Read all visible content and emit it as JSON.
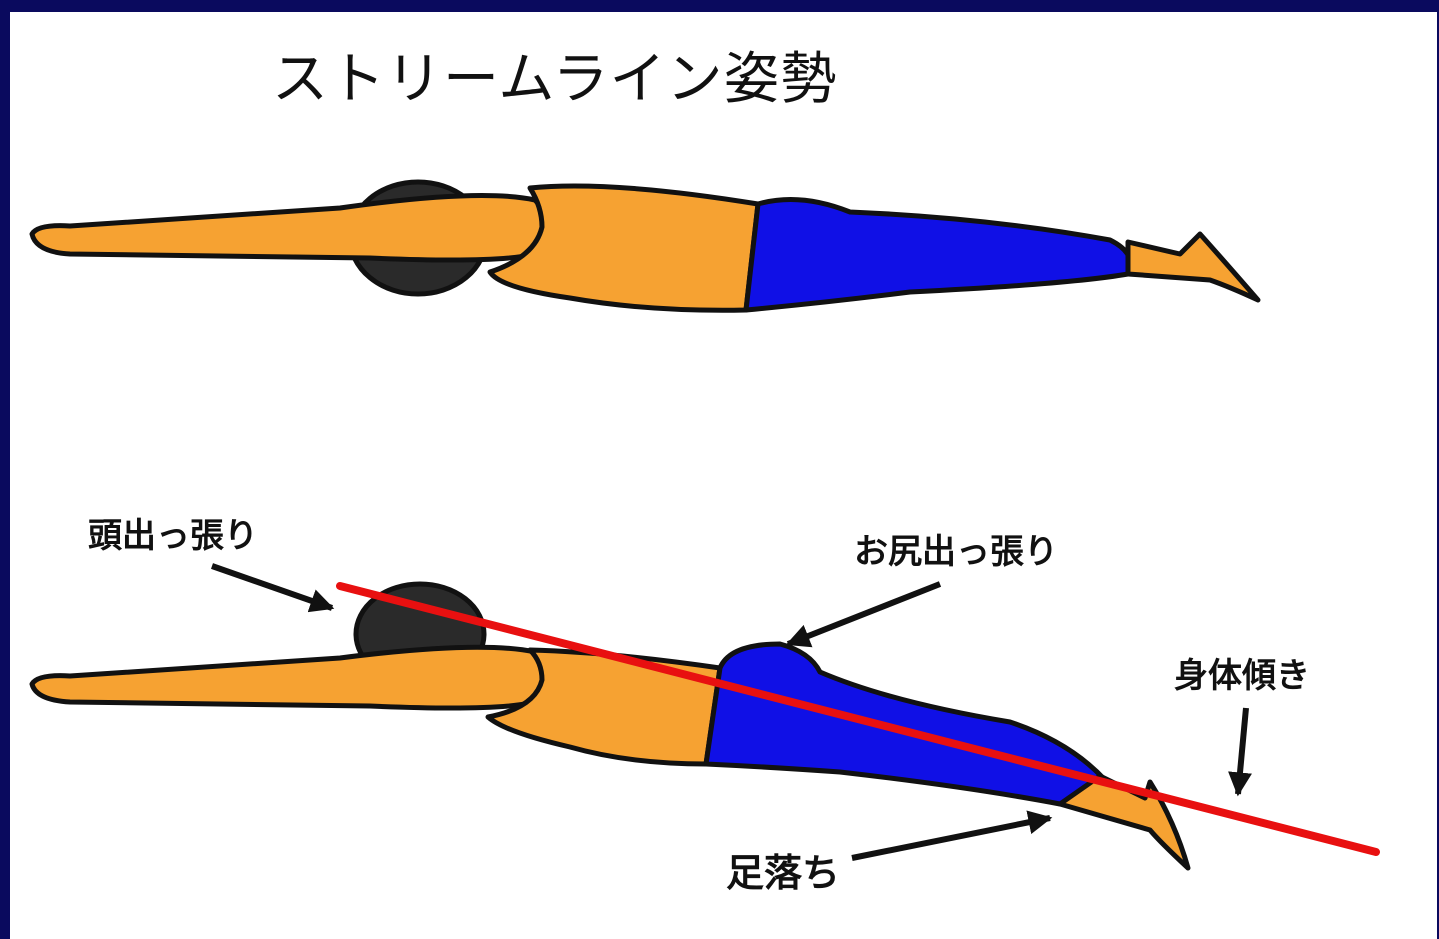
{
  "title": "ストリームライン姿勢",
  "labels": {
    "head_protrusion": "頭出っ張り",
    "hip_protrusion": "お尻出っ張り",
    "body_tilt": "身体傾き",
    "leg_drop": "足落ち"
  },
  "colors": {
    "frame": "#0a0a5e",
    "background": "#ffffff",
    "skin": "#f6a232",
    "swimsuit": "#1010e6",
    "cap": "#2a2a2a",
    "outline": "#111111",
    "tilt_line": "#e81010"
  },
  "figures": [
    "correct-streamline-swimmer",
    "bad-posture-swimmer"
  ]
}
